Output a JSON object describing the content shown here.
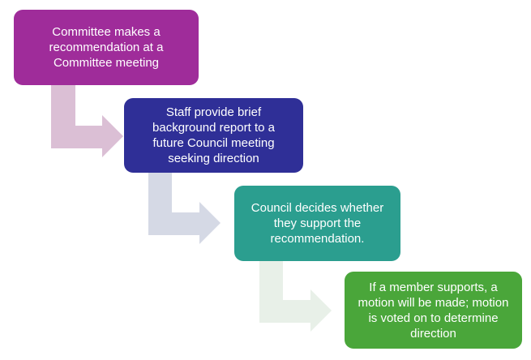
{
  "diagram": {
    "steps": [
      {
        "label": "Committee makes a\nrecommendation at a\nCommittee meeting",
        "color": "#9f2c9a"
      },
      {
        "label": "Staff provide brief\nbackground report to a\nfuture Council meeting\nseeking direction",
        "color": "#2f2f97"
      },
      {
        "label": "Council decides whether\nthey support the\nrecommendation.",
        "color": "#2b9e8f"
      },
      {
        "label": "If a member supports, a\nmotion will be made; motion\nis voted on to determine\ndirection",
        "color": "#4aa63a"
      }
    ],
    "connectors": [
      {
        "color": "#dbbfd5"
      },
      {
        "color": "#d5d9e5"
      },
      {
        "color": "#e8f0e8"
      }
    ]
  }
}
